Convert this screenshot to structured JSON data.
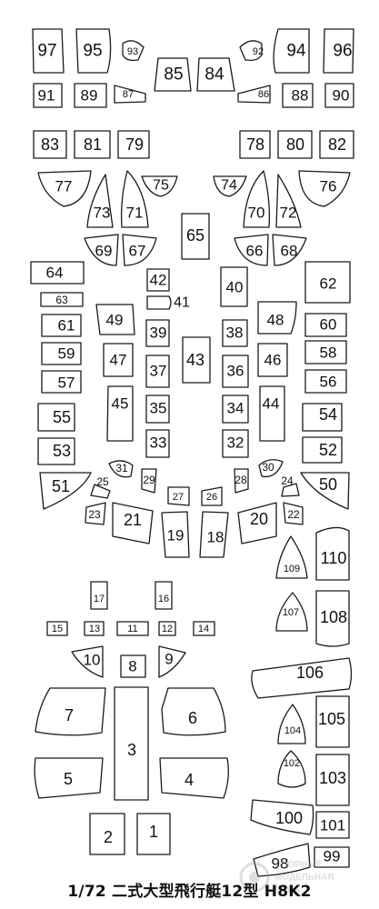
{
  "caption": "1/72 二式大型飛行艇12型 H8K2",
  "watermark": {
    "line1": "СБОРНЫЕ",
    "line2": "МОДЕЛЬНАЯ",
    "line3": "ЗОНА"
  },
  "colors": {
    "outline": "#1a1a1a",
    "fill": "#ffffff",
    "text": "#111111"
  },
  "parts": [
    "97",
    "95",
    "93",
    "92",
    "94",
    "96",
    "85",
    "84",
    "91",
    "89",
    "87",
    "86",
    "88",
    "90",
    "83",
    "81",
    "79",
    "78",
    "80",
    "82",
    "77",
    "75",
    "74",
    "76",
    "73",
    "71",
    "70",
    "72",
    "65",
    "69",
    "67",
    "66",
    "68",
    "64",
    "42",
    "40",
    "62",
    "63",
    "41",
    "61",
    "49",
    "39",
    "38",
    "48",
    "60",
    "59",
    "47",
    "43",
    "37",
    "36",
    "46",
    "58",
    "57",
    "56",
    "45",
    "35",
    "34",
    "44",
    "55",
    "54",
    "33",
    "32",
    "53",
    "52",
    "31",
    "29",
    "28",
    "30",
    "25",
    "24",
    "51",
    "50",
    "27",
    "26",
    "23",
    "22",
    "21",
    "19",
    "18",
    "20",
    "109",
    "110",
    "17",
    "16",
    "107",
    "108",
    "15",
    "13",
    "11",
    "12",
    "14",
    "10",
    "9",
    "8",
    "106",
    "7",
    "6",
    "104",
    "105",
    "3",
    "102",
    "5",
    "4",
    "103",
    "100",
    "101",
    "2",
    "1",
    "99",
    "98"
  ]
}
